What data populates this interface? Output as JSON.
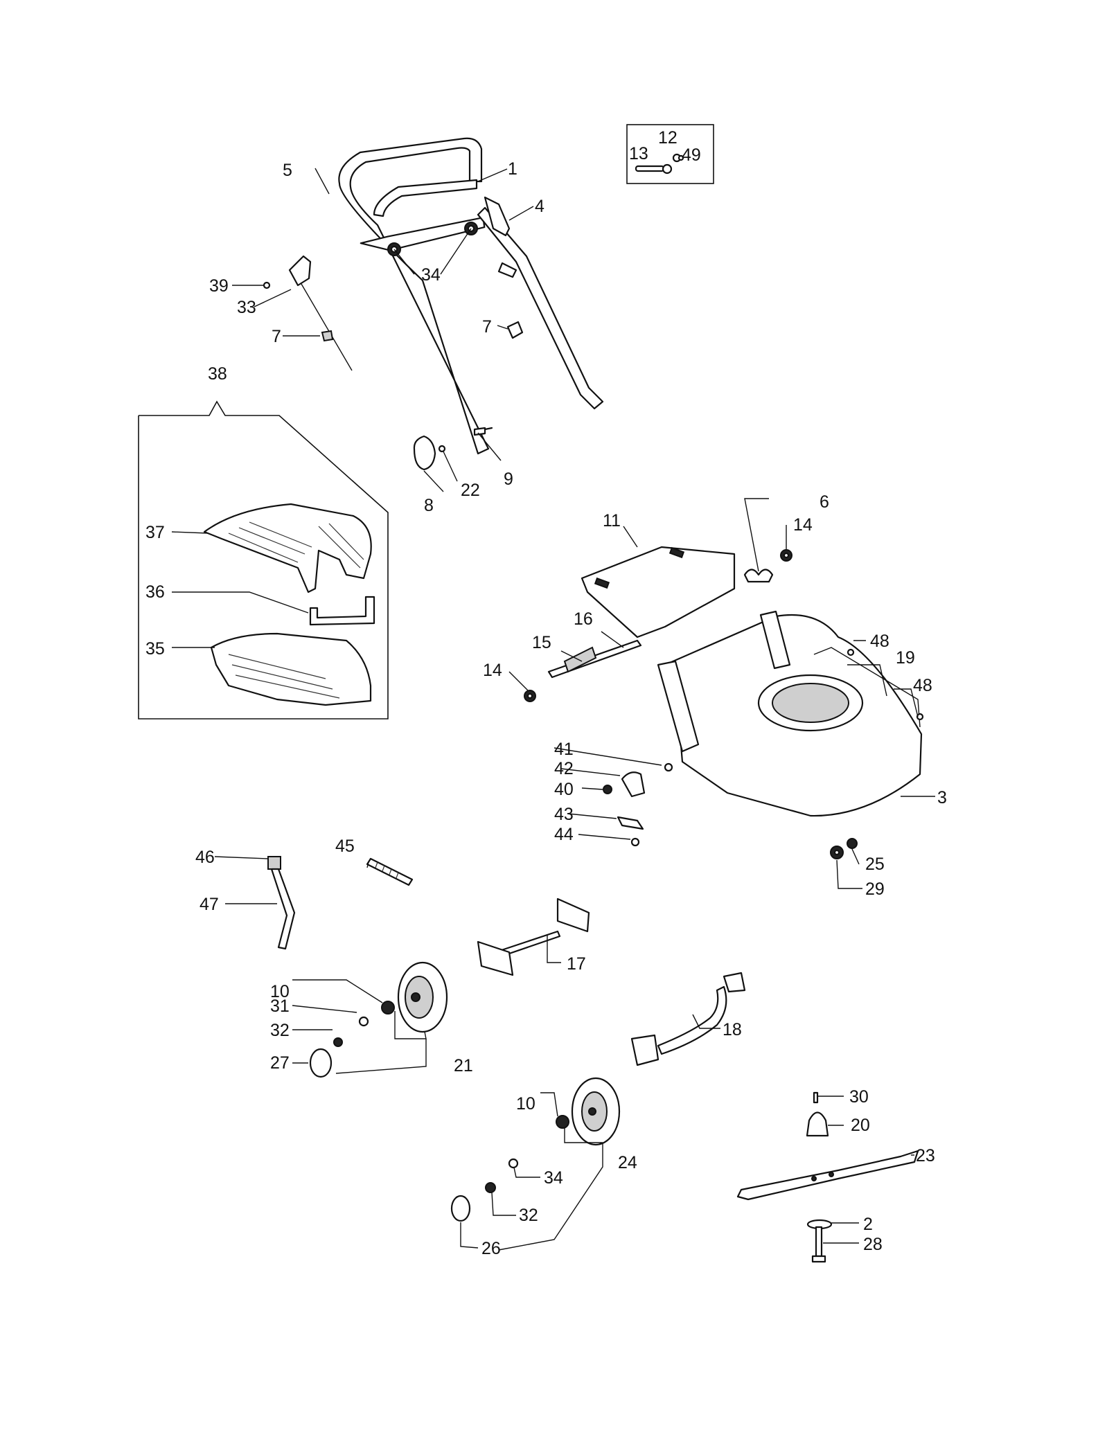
{
  "callouts": {
    "c1": "1",
    "c2": "2",
    "c3": "3",
    "c4": "4",
    "c5": "5",
    "c6": "6",
    "c7a": "7",
    "c7b": "7",
    "c8": "8",
    "c9": "9",
    "c10a": "10",
    "c10b": "10",
    "c11": "11",
    "c12": "12",
    "c13": "13",
    "c14a": "14",
    "c14b": "14",
    "c15": "15",
    "c16": "16",
    "c17": "17",
    "c18": "18",
    "c19": "19",
    "c20": "20",
    "c21": "21",
    "c22": "22",
    "c23": "23",
    "c24": "24",
    "c25": "25",
    "c26": "26",
    "c27": "27",
    "c28": "28",
    "c29": "29",
    "c30": "30",
    "c31": "31",
    "c32a": "32",
    "c32b": "32",
    "c33": "33",
    "c34a": "34",
    "c34b": "34",
    "c35": "35",
    "c36": "36",
    "c37": "37",
    "c38": "38",
    "c39": "39",
    "c40": "40",
    "c41": "41",
    "c42": "42",
    "c43": "43",
    "c44": "44",
    "c45": "45",
    "c46": "46",
    "c47": "47",
    "c48a": "48",
    "c48b": "48",
    "c49": "49"
  }
}
